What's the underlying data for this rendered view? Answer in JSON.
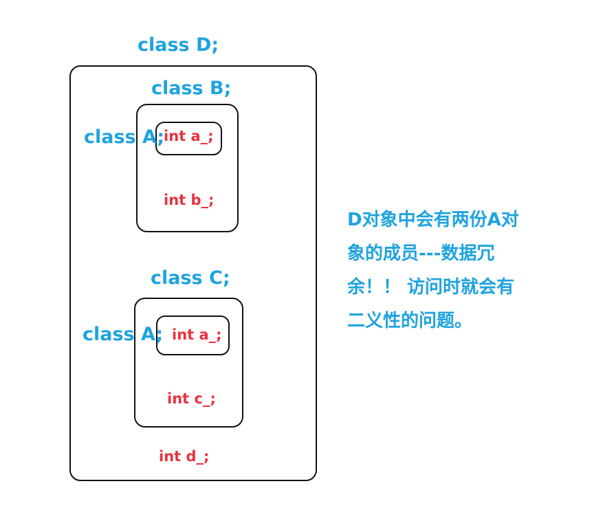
{
  "diagram": {
    "class_d": {
      "label": "class D;",
      "member": "int d_;"
    },
    "class_b": {
      "label": "class B;",
      "base": {
        "label": "class A;",
        "member": "int a_;"
      },
      "member": "int b_;"
    },
    "class_c": {
      "label": "class C;",
      "base": {
        "label": "class A;",
        "member": "int a_;"
      },
      "member": "int c_;"
    }
  },
  "note": {
    "lines": [
      "D对象中会有两份A对",
      "象的成员---数据冗",
      "余！！ 访问时就会有",
      "二义性的问题。"
    ]
  },
  "colors": {
    "class_label": "#1fa3dd",
    "member_label": "#e8323f",
    "border": "#111111"
  }
}
